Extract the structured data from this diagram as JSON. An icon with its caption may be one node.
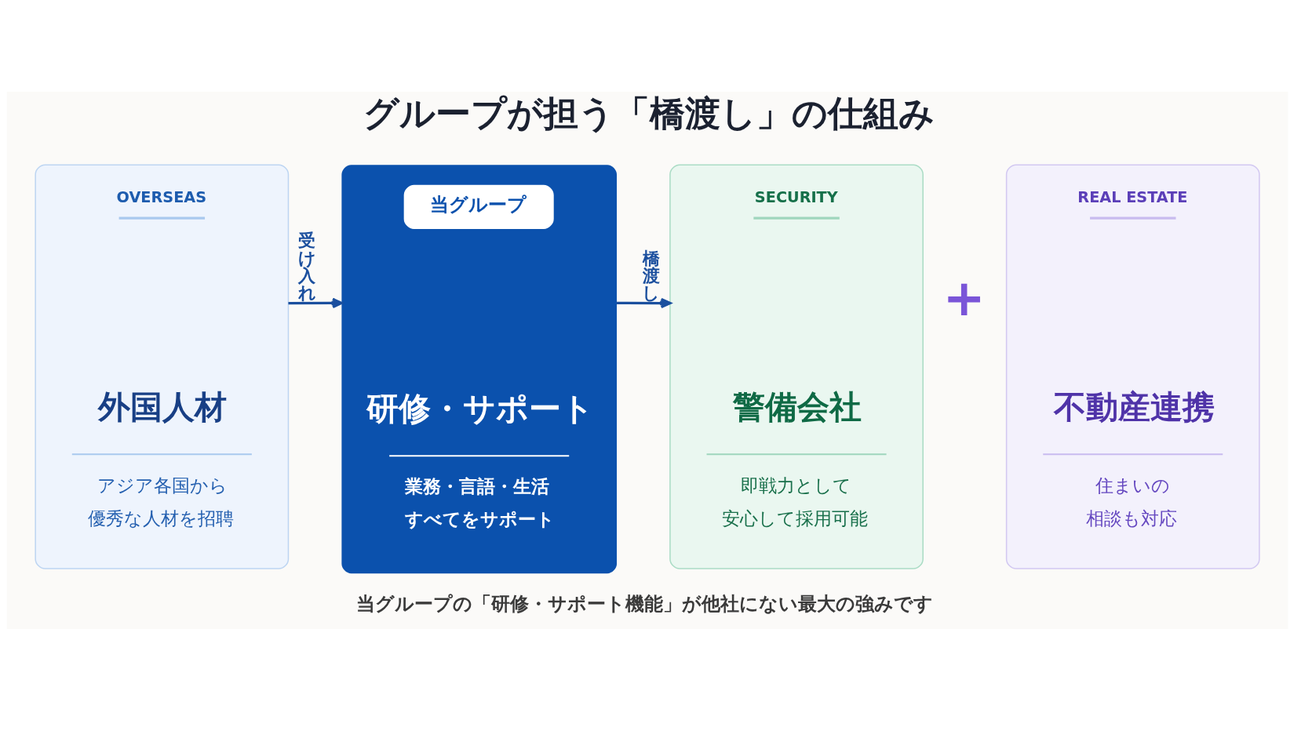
{
  "diagram": {
    "title": "グループが担う「橋渡し」の仕組み",
    "nodes": [
      {
        "text": [
          "OVERSEAS",
          "外国人材",
          "アジア各国から優秀な人材を招聘"
        ]
      },
      {
        "text": [
          "研修・サポート",
          "業務・言語・生活すべてをサポート"
        ]
      },
      {
        "text": [
          "当グループ"
        ],
        "in": 1
      },
      {
        "text": [
          "SECURITY",
          "警備会社",
          "即戦力として安心して採用可能"
        ]
      },
      {
        "text": [
          "REAL ESTATE",
          "不動産連携",
          "住まいの相談も対応"
        ]
      }
    ],
    "edges": [
      {
        "from": 0,
        "to": 1,
        "arrow": "to",
        "label": "受け入れ"
      },
      {
        "from": 1,
        "to": 3,
        "arrow": "to",
        "label": "橋渡し"
      }
    ],
    "labels": [
      "+"
    ],
    "caption": "当グループの「研修・サポート機能」が他社にない最大の強みです"
  }
}
